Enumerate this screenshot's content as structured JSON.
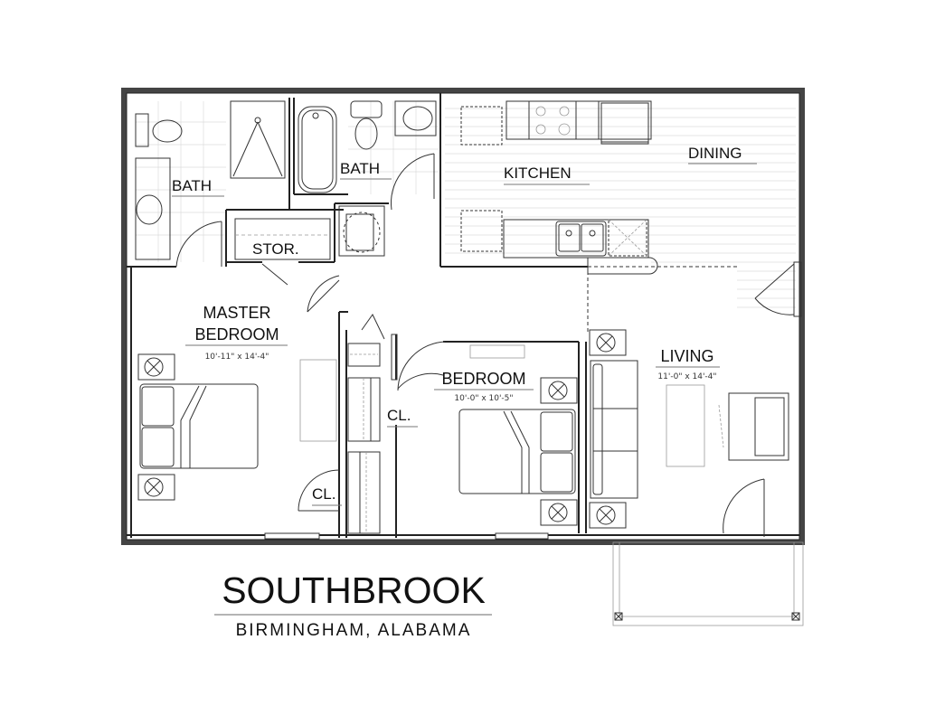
{
  "plan": {
    "name": "SOUTHBROOK",
    "location": "BIRMINGHAM, ALABAMA"
  },
  "rooms": {
    "bath_master": {
      "label": "BATH"
    },
    "bath_second": {
      "label": "BATH"
    },
    "storage": {
      "label": "STOR."
    },
    "kitchen": {
      "label": "KITCHEN"
    },
    "dining": {
      "label": "DINING"
    },
    "master_bedroom": {
      "label_line1": "MASTER",
      "label_line2": "BEDROOM",
      "dimensions": "10'-11\" x 14'-4\""
    },
    "bedroom": {
      "label": "BEDROOM",
      "dimensions": "10'-0\" x 10'-5\""
    },
    "living": {
      "label": "LIVING",
      "dimensions": "11'-0\" x 14'-4\""
    },
    "closet_1": {
      "label": "CL."
    },
    "closet_2": {
      "label": "CL."
    }
  },
  "colors": {
    "wall": "#222222",
    "text": "#111111",
    "background": "#ffffff"
  }
}
